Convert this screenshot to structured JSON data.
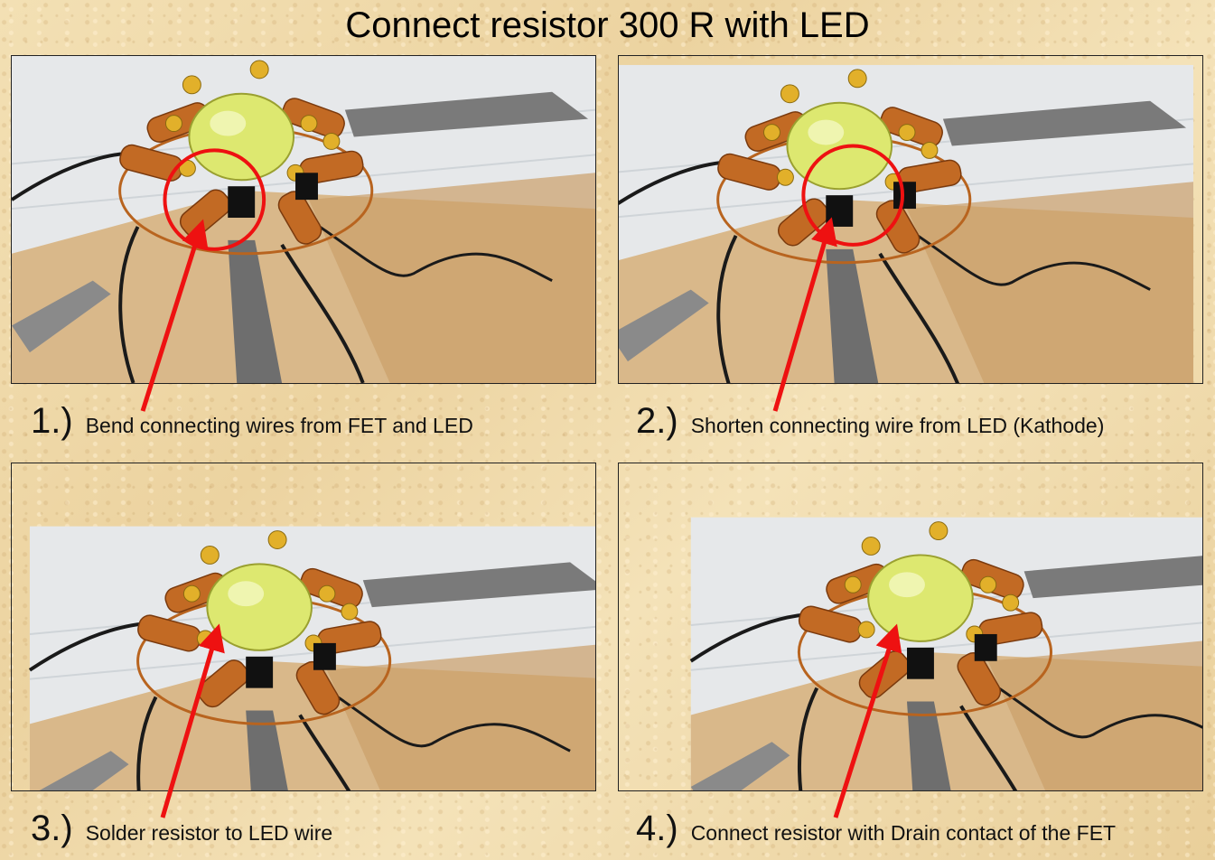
{
  "title": "Connect resistor 300 R with LED",
  "steps": [
    {
      "number": "1.)",
      "text": "Bend connecting wires from FET and LED"
    },
    {
      "number": "2.)",
      "text": "Shorten connecting wire from LED (Kathode)"
    },
    {
      "number": "3.)",
      "text": "Solder resistor to LED wire"
    },
    {
      "number": "4.)",
      "text": "Connect resistor with Drain contact of the FET"
    }
  ],
  "colors": {
    "annotation": "#ee1111",
    "copper": "#b8641f",
    "led": "#dde870",
    "background": "#f1dcae"
  }
}
